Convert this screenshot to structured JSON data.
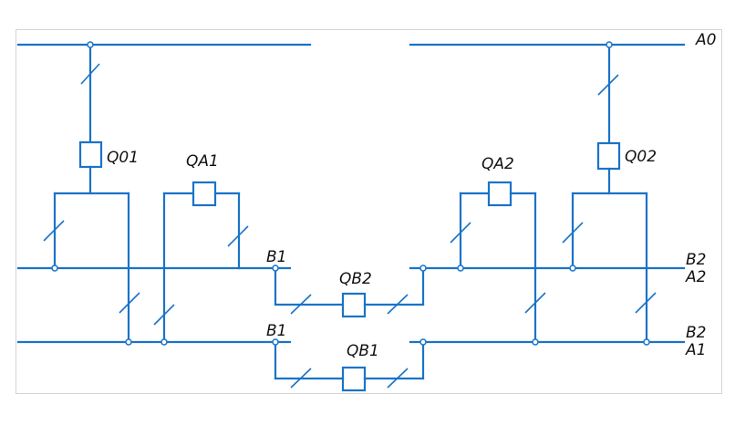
{
  "diagram": {
    "colors": {
      "line": "#1a73c8",
      "text": "#111111",
      "frame": "#d4d4d4"
    },
    "labels": {
      "bus_a0": "A0",
      "q01": "Q01",
      "q02": "Q02",
      "qa1": "QA1",
      "qa2": "QA2",
      "qb2": "QB2",
      "qb1": "QB1",
      "b1_upper": "B1",
      "b1_lower": "B1",
      "b2_upper": "B2",
      "a2": "A2",
      "b2_lower": "B2",
      "a1": "A1"
    }
  }
}
